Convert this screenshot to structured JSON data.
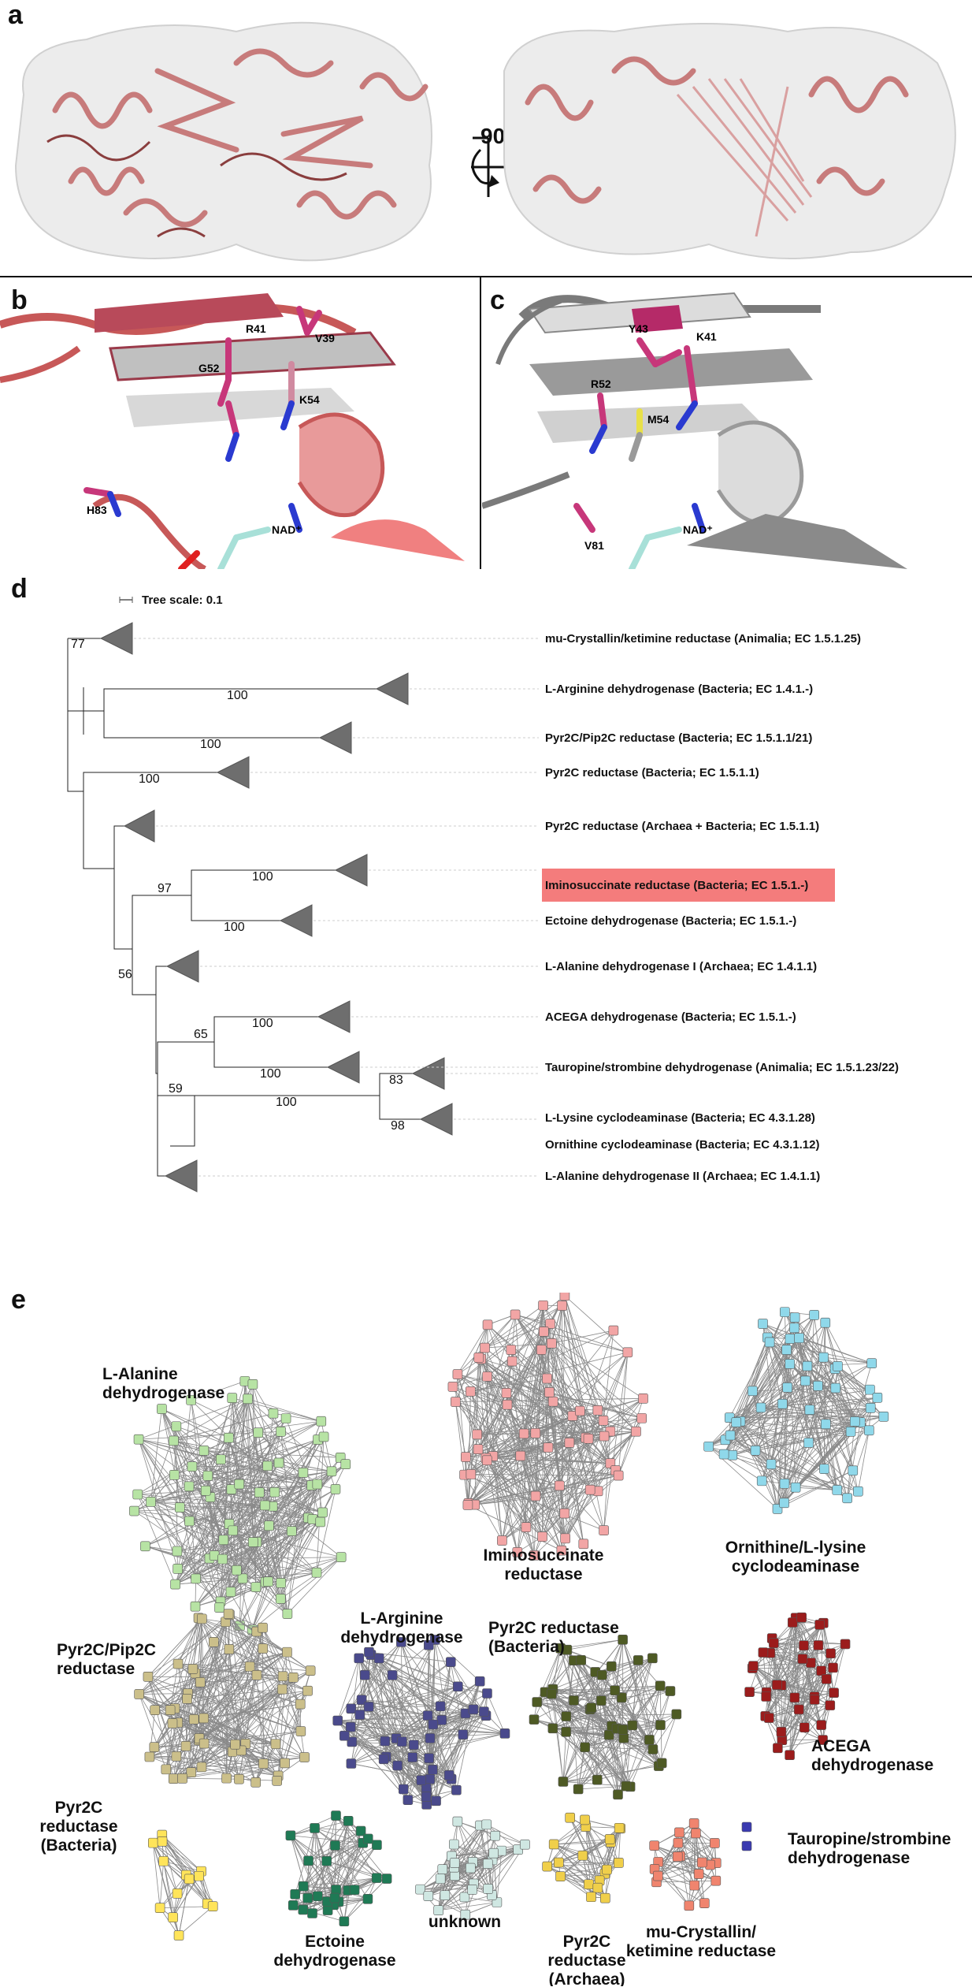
{
  "panels": {
    "a": "a",
    "b": "b",
    "c": "c",
    "d": "d",
    "e": "e"
  },
  "panel_a": {
    "rotation_label": "90°"
  },
  "panel_b": {
    "residues": [
      "R41",
      "V39",
      "G52",
      "K54",
      "H83",
      "NAD⁺"
    ]
  },
  "panel_c": {
    "residues": [
      "Y43",
      "K41",
      "R52",
      "M54",
      "V81",
      "NAD⁺"
    ]
  },
  "tree": {
    "scale_label": "Tree scale: 0.1",
    "highlight_color": "#f47c7c",
    "clades": [
      "mu-Crystallin/ketimine reductase (Animalia; EC 1.5.1.25)",
      "L-Arginine dehydrogenase (Bacteria; EC 1.4.1.-)",
      "Pyr2C/Pip2C reductase (Bacteria; EC 1.5.1.1/21)",
      "Pyr2C reductase (Bacteria; EC 1.5.1.1)",
      "Pyr2C reductase (Archaea + Bacteria; EC 1.5.1.1)",
      "Iminosuccinate reductase (Bacteria; EC 1.5.1.-)",
      "Ectoine dehydrogenase (Bacteria; EC 1.5.1.-)",
      "L-Alanine dehydrogenase I (Archaea; EC 1.4.1.1)",
      "ACEGA dehydrogenase (Bacteria; EC 1.5.1.-)",
      "Tauropine/strombine dehydrogenase (Animalia; EC 1.5.1.23/22)",
      "L-Lysine cyclodeaminase (Bacteria; EC 4.3.1.28)",
      "Ornithine cyclodeaminase (Bacteria; EC 4.3.1.12)",
      "L-Alanine dehydrogenase II (Archaea; EC 1.4.1.1)"
    ],
    "bootstrap": [
      "77",
      "100",
      "100",
      "100",
      "100",
      "97",
      "100",
      "56",
      "100",
      "65",
      "100",
      "59",
      "100",
      "83",
      "98"
    ]
  },
  "network": {
    "clusters": [
      {
        "label": "L-Alanine\ndehydrogenase",
        "color": "#b7e3a4"
      },
      {
        "label": "Iminosuccinate\nreductase",
        "color": "#f2a5a5"
      },
      {
        "label": "Ornithine/L-lysine\ncyclodeaminase",
        "color": "#8fd8ea"
      },
      {
        "label": "Pyr2C/Pip2C\nreductase",
        "color": "#cbbf8a"
      },
      {
        "label": "L-Arginine\ndehydrogenase",
        "color": "#4a4a8c"
      },
      {
        "label": "Pyr2C reductase\n(Bacteria)",
        "color": "#4e5a24"
      },
      {
        "label": "ACEGA\ndehydrogenase",
        "color": "#9b1c1c"
      },
      {
        "label": "Pyr2C\nreductase\n(Bacteria)",
        "color": "#ffe45a"
      },
      {
        "label": "Ectoine\ndehydrogenase",
        "color": "#1f7a55"
      },
      {
        "label": "unknown",
        "color": "#cfe7e2"
      },
      {
        "label": "Pyr2C\nreductase\n(Archaea)",
        "color": "#f0cf4a"
      },
      {
        "label": "mu-Crystallin/\nketimine reductase",
        "color": "#f0846e"
      },
      {
        "label": "Tauropine/strombine\ndehydrogenase",
        "color": "#3a3ab0"
      }
    ]
  }
}
